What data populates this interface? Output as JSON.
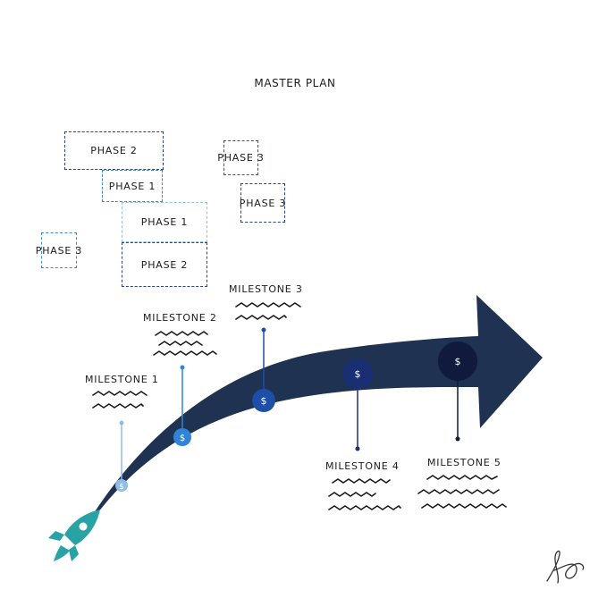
{
  "title": "MASTER PLAN",
  "phases": [
    {
      "label": "PHASE 2",
      "color": "#2a3f8f"
    },
    {
      "label": "PHASE 1",
      "color": "#3f86d4"
    },
    {
      "label": "PHASE 1",
      "color": "#8fbde6"
    },
    {
      "label": "PHASE 2",
      "color": "#2a3f8f"
    },
    {
      "label": "PHASE 3",
      "color": "#4a4f5a"
    },
    {
      "label": "PHASE 3",
      "color": "#2a3f8f"
    },
    {
      "label": "PHASE 3",
      "color": "#3f86d4"
    }
  ],
  "milestones": [
    {
      "label": "MILESTONE 1",
      "color": "#8fbde6",
      "icon": "dollar-icon",
      "symbol": "$"
    },
    {
      "label": "MILESTONE 2",
      "color": "#2f84d6",
      "icon": "dollar-icon",
      "symbol": "$"
    },
    {
      "label": "MILESTONE 3",
      "color": "#1d4ea8",
      "icon": "dollar-icon",
      "symbol": "$"
    },
    {
      "label": "MILESTONE 4",
      "color": "#1a2e74",
      "icon": "dollar-icon",
      "symbol": "$"
    },
    {
      "label": "MILESTONE 5",
      "color": "#0f1a3c",
      "icon": "dollar-icon",
      "symbol": "$"
    }
  ],
  "arrow": {
    "color": "#1f3251"
  },
  "rocket": {
    "icon": "rocket-icon",
    "color": "#27a3a5"
  },
  "signature": {
    "icon": "signature-icon",
    "color": "#333333"
  }
}
